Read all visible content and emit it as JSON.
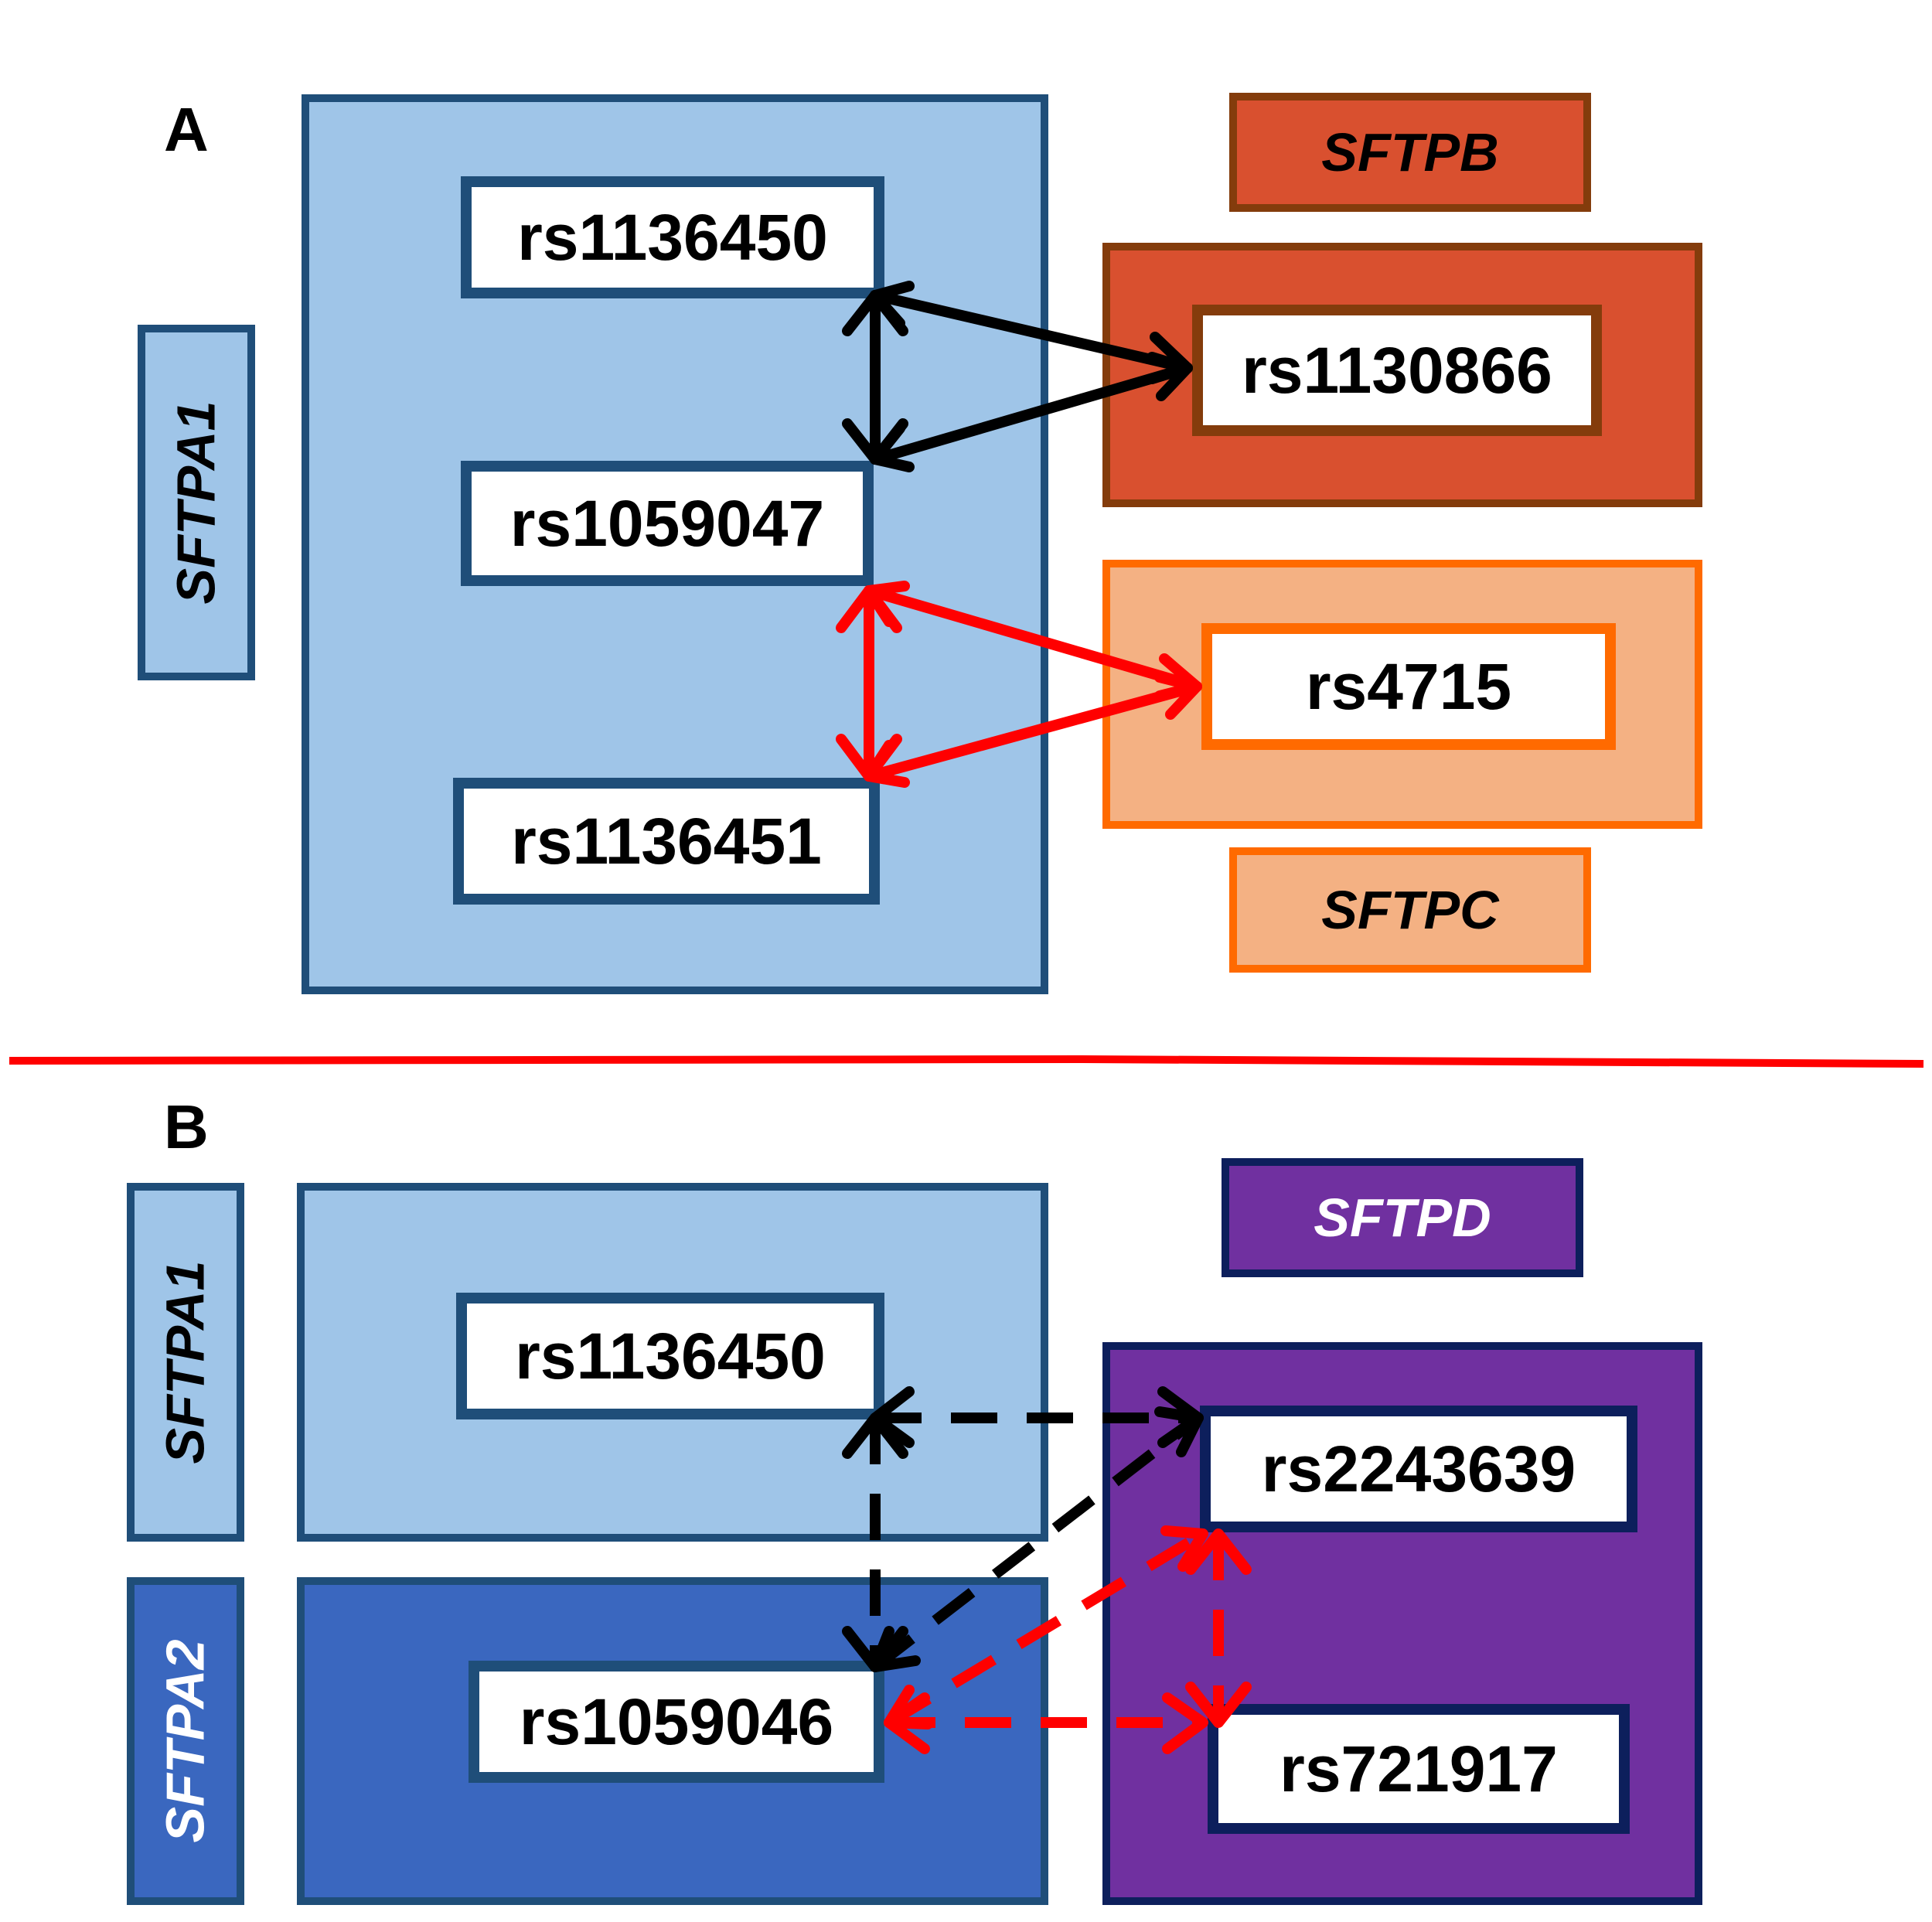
{
  "panel_a": {
    "label": "A",
    "gene_sftpa1": "SFTPA1",
    "gene_sftpb": "SFTPB",
    "gene_sftpc": "SFTPC",
    "snp_a1_top": "rs1136450",
    "snp_a1_mid": "rs1059047",
    "snp_a1_bot": "rs1136451",
    "snp_b": "rs1130866",
    "snp_c": "rs4715"
  },
  "panel_b": {
    "label": "B",
    "gene_sftpa1": "SFTPA1",
    "gene_sftpa2": "SFTPA2",
    "gene_sftpd": "SFTPD",
    "snp_a1": "rs1136450",
    "snp_a2": "rs1059046",
    "snp_d_top": "rs2243639",
    "snp_d_bot": "rs721917"
  },
  "colors": {
    "sftpa1_fill": "#9fc5e8",
    "sftpa2_fill": "#3a67bf",
    "sftpb_fill": "#d9502f",
    "sftpc_fill": "#f4b183",
    "sftpd_fill": "#7030a0",
    "black_arrow": "#000000",
    "red_arrow": "#ff0000",
    "divider": "#ff0000"
  }
}
